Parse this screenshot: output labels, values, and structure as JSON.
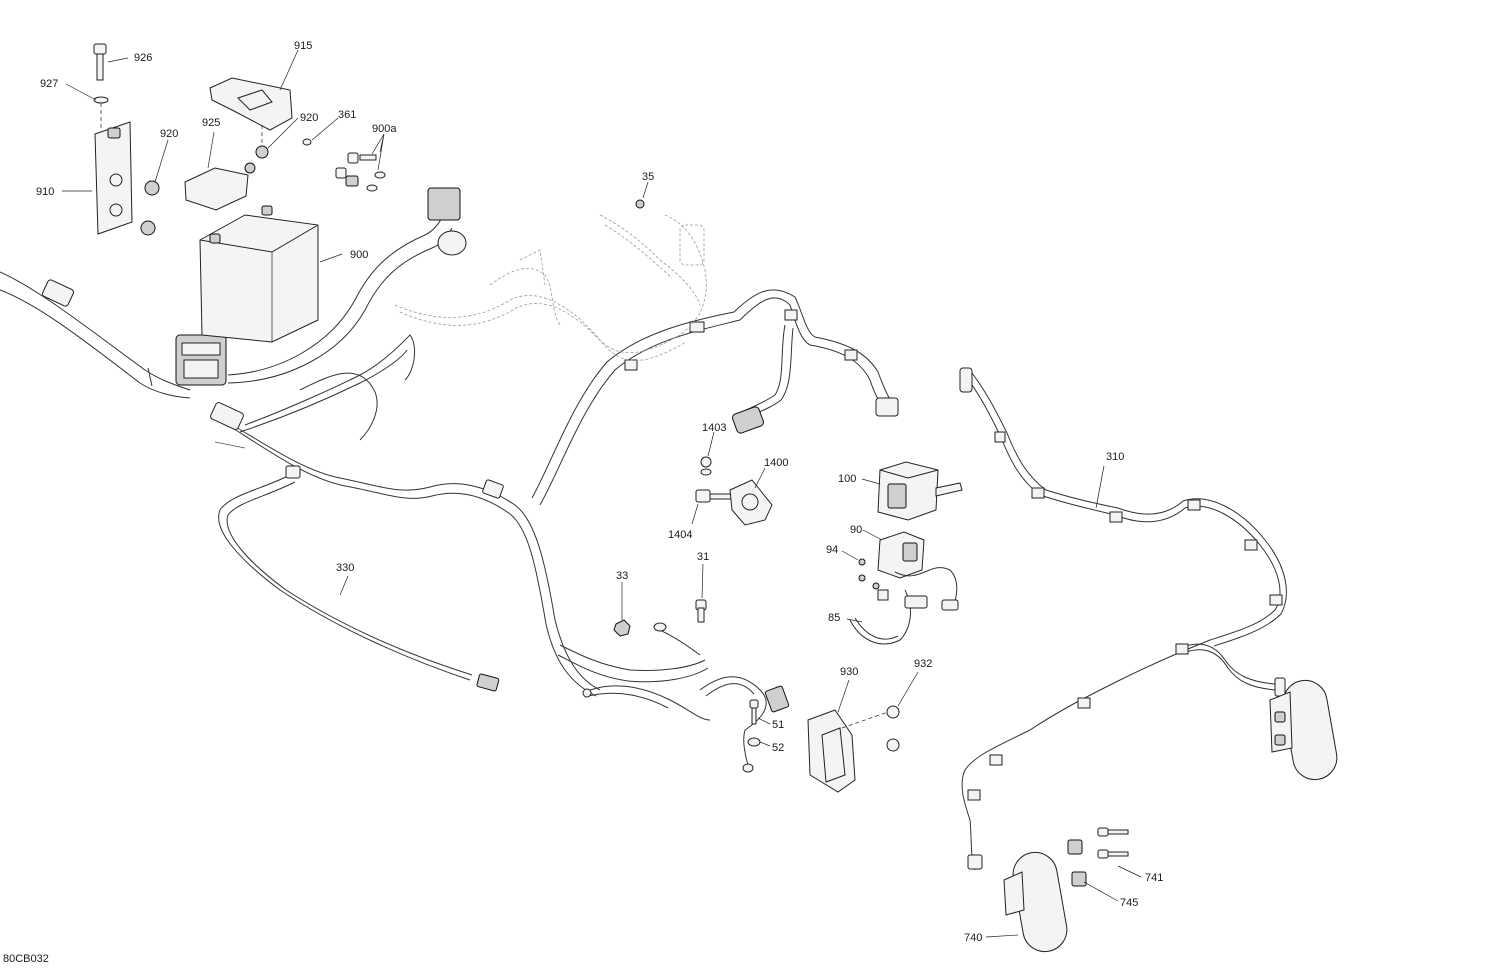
{
  "drawing_code": "80CB032",
  "callouts": [
    {
      "label": "926"
    },
    {
      "label": "927"
    },
    {
      "label": "915"
    },
    {
      "label": "920"
    },
    {
      "label": "925"
    },
    {
      "label": "920"
    },
    {
      "label": "361"
    },
    {
      "label": "900a"
    },
    {
      "label": "910"
    },
    {
      "label": "900"
    },
    {
      "label": "35"
    },
    {
      "label": "1403"
    },
    {
      "label": "1400"
    },
    {
      "label": "1404"
    },
    {
      "label": "100"
    },
    {
      "label": "90"
    },
    {
      "label": "94"
    },
    {
      "label": "85"
    },
    {
      "label": "310"
    },
    {
      "label": "330"
    },
    {
      "label": "33"
    },
    {
      "label": "31"
    },
    {
      "label": "930"
    },
    {
      "label": "932"
    },
    {
      "label": "51"
    },
    {
      "label": "52"
    },
    {
      "label": "741"
    },
    {
      "label": "745"
    },
    {
      "label": "740"
    }
  ]
}
